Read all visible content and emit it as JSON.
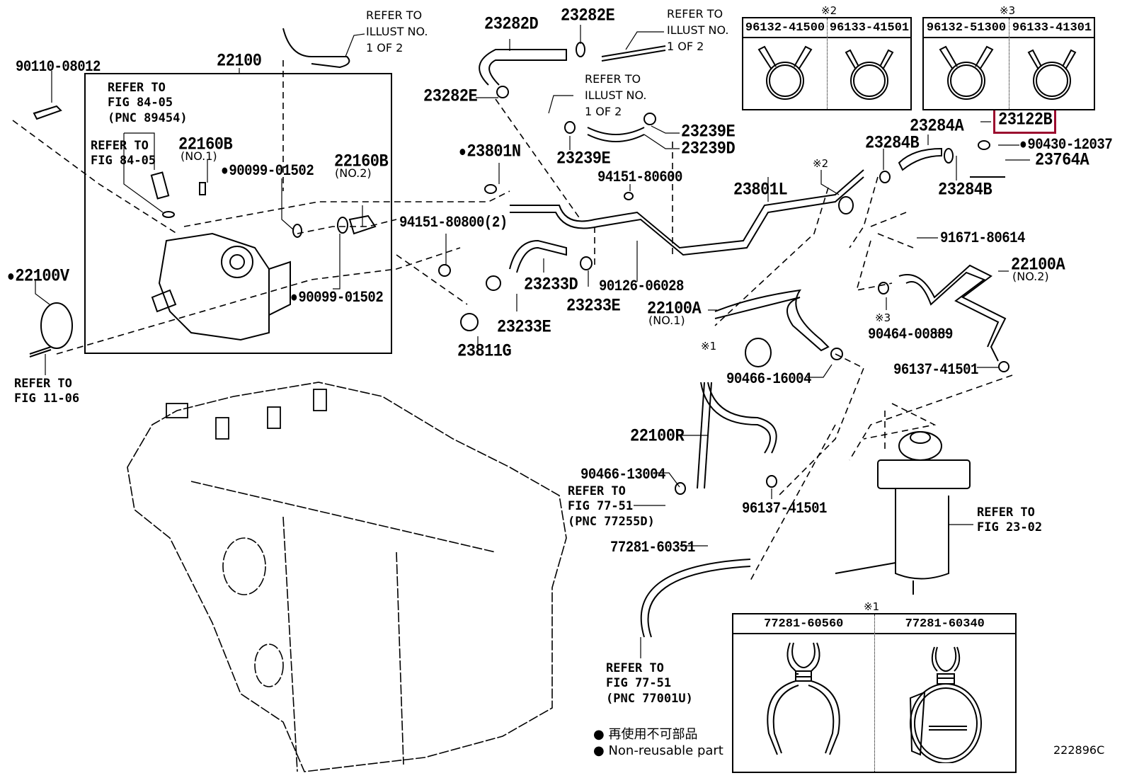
{
  "diagram": {
    "figure_code": "222896C",
    "highlight_color": "#9b0a2e",
    "highlighted_part": "23122B",
    "legend": {
      "items": [
        {
          "icon": "filled-circle-icon",
          "text": "再使用不可部品"
        },
        {
          "icon": "filled-circle-icon",
          "text": "Non-reusable part"
        }
      ]
    },
    "labels": {
      "p90110_08012": "90110-08012",
      "p22100": "22100",
      "refer_84_05_pnc": "REFER TO\nFIG 84-05\n(PNC 89454)",
      "refer_84_05": "REFER TO\nFIG 84-05",
      "p22160B_1": "22160B",
      "p22160B_1_sub": "(NO.1)",
      "p90099_01502_a": "90099-01502",
      "p22160B_2": "22160B",
      "p22160B_2_sub": "(NO.2)",
      "p22100V": "22100V",
      "p90099_01502_b": "90099-01502",
      "refer_11_06": "REFER TO\nFIG 11-06",
      "refer_illust_1": "REFER TO\nILLUST NO.\n1 OF 2",
      "p23282D": "23282D",
      "p23282E_top": "23282E",
      "refer_illust_2": "REFER TO\nILLUST NO.\n1 OF 2",
      "p23282E_left": "23282E",
      "refer_illust_3": "REFER TO\nILLUST NO.\n1 OF 2",
      "p23239E_right": "23239E",
      "p23239D": "23239D",
      "p23239E_left": "23239E",
      "p23801N": "23801N",
      "p94151_80600": "94151-80600",
      "p94151_80800": "94151-80800(2)",
      "p23233D": "23233D",
      "p90126_06028": "90126-06028",
      "p23233E_a": "23233E",
      "p23233E_b": "23233E",
      "p23811G": "23811G",
      "p23801L": "23801L",
      "p23284A": "23284A",
      "p23284B_a": "23284B",
      "p23284B_b": "23284B",
      "p23122B": "23122B",
      "p90430_12037": "90430-12037",
      "p23764A": "23764A",
      "mark2_a": "※2",
      "p91671_80614": "91671-80614",
      "p22100A_2": "22100A",
      "p22100A_2_sub": "(NO.2)",
      "p22100A_1": "22100A",
      "p22100A_1_sub": "(NO.1)",
      "mark1_a": "※1",
      "mark3_a": "※3",
      "p90464_00889": "90464-00889",
      "p96137_41501_a": "96137-41501",
      "p90466_16004": "90466-16004",
      "p22100R": "22100R",
      "p90466_13004": "90466-13004",
      "refer_77_51_a": "REFER TO\nFIG 77-51\n(PNC 77255D)",
      "p96137_41501_b": "96137-41501",
      "p77281_60351": "77281-60351",
      "refer_23_02": "REFER TO\nFIG 23-02",
      "refer_77_51_b": "REFER TO\nFIG 77-51\n(PNC 77001U)"
    },
    "tables": [
      {
        "mark": "※2",
        "columns": [
          "96132-41500",
          "96133-41501"
        ],
        "icon": "spring-clamp-icon"
      },
      {
        "mark": "※3",
        "columns": [
          "96132-51300",
          "96133-41301"
        ],
        "icon": "spring-clamp-icon"
      },
      {
        "mark": "※1",
        "columns": [
          "77281-60560",
          "77281-60340"
        ],
        "icon": "hose-clip-icon"
      }
    ],
    "non_reusable_parts": [
      "22100V",
      "90099-01502",
      "23801N",
      "90430-12037"
    ]
  }
}
